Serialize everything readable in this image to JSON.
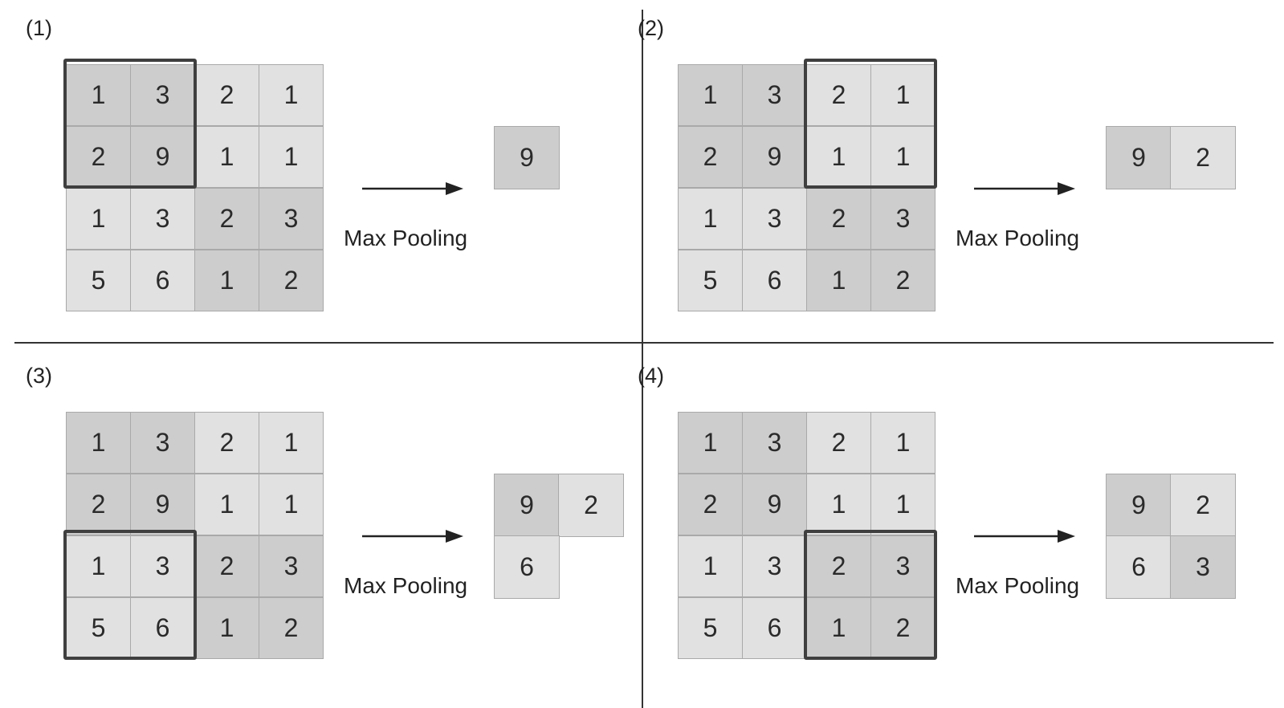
{
  "colors": {
    "dark_cell": "#cdcdcd",
    "light_cell": "#e1e1e1",
    "window_border": "#3f3f3f",
    "divider": "#333333"
  },
  "input_matrix": [
    [
      1,
      3,
      2,
      1
    ],
    [
      2,
      9,
      1,
      1
    ],
    [
      1,
      3,
      2,
      3
    ],
    [
      5,
      6,
      1,
      2
    ]
  ],
  "panels": [
    {
      "label": "(1)",
      "operation": "Max Pooling",
      "window": "top-left",
      "output": [
        [
          9,
          ""
        ],
        [
          "",
          ""
        ]
      ],
      "window_max": 9
    },
    {
      "label": "(2)",
      "operation": "Max Pooling",
      "window": "top-right",
      "output": [
        [
          9,
          2
        ],
        [
          "",
          ""
        ]
      ],
      "window_max": 2
    },
    {
      "label": "(3)",
      "operation": "Max Pooling",
      "window": "bottom-left",
      "output": [
        [
          9,
          2
        ],
        [
          6,
          ""
        ]
      ],
      "window_max": 6
    },
    {
      "label": "(4)",
      "operation": "Max Pooling",
      "window": "bottom-right",
      "output": [
        [
          9,
          2
        ],
        [
          6,
          3
        ]
      ],
      "window_max": 3
    }
  ],
  "icons": {
    "arrow": "right-arrow-icon"
  }
}
